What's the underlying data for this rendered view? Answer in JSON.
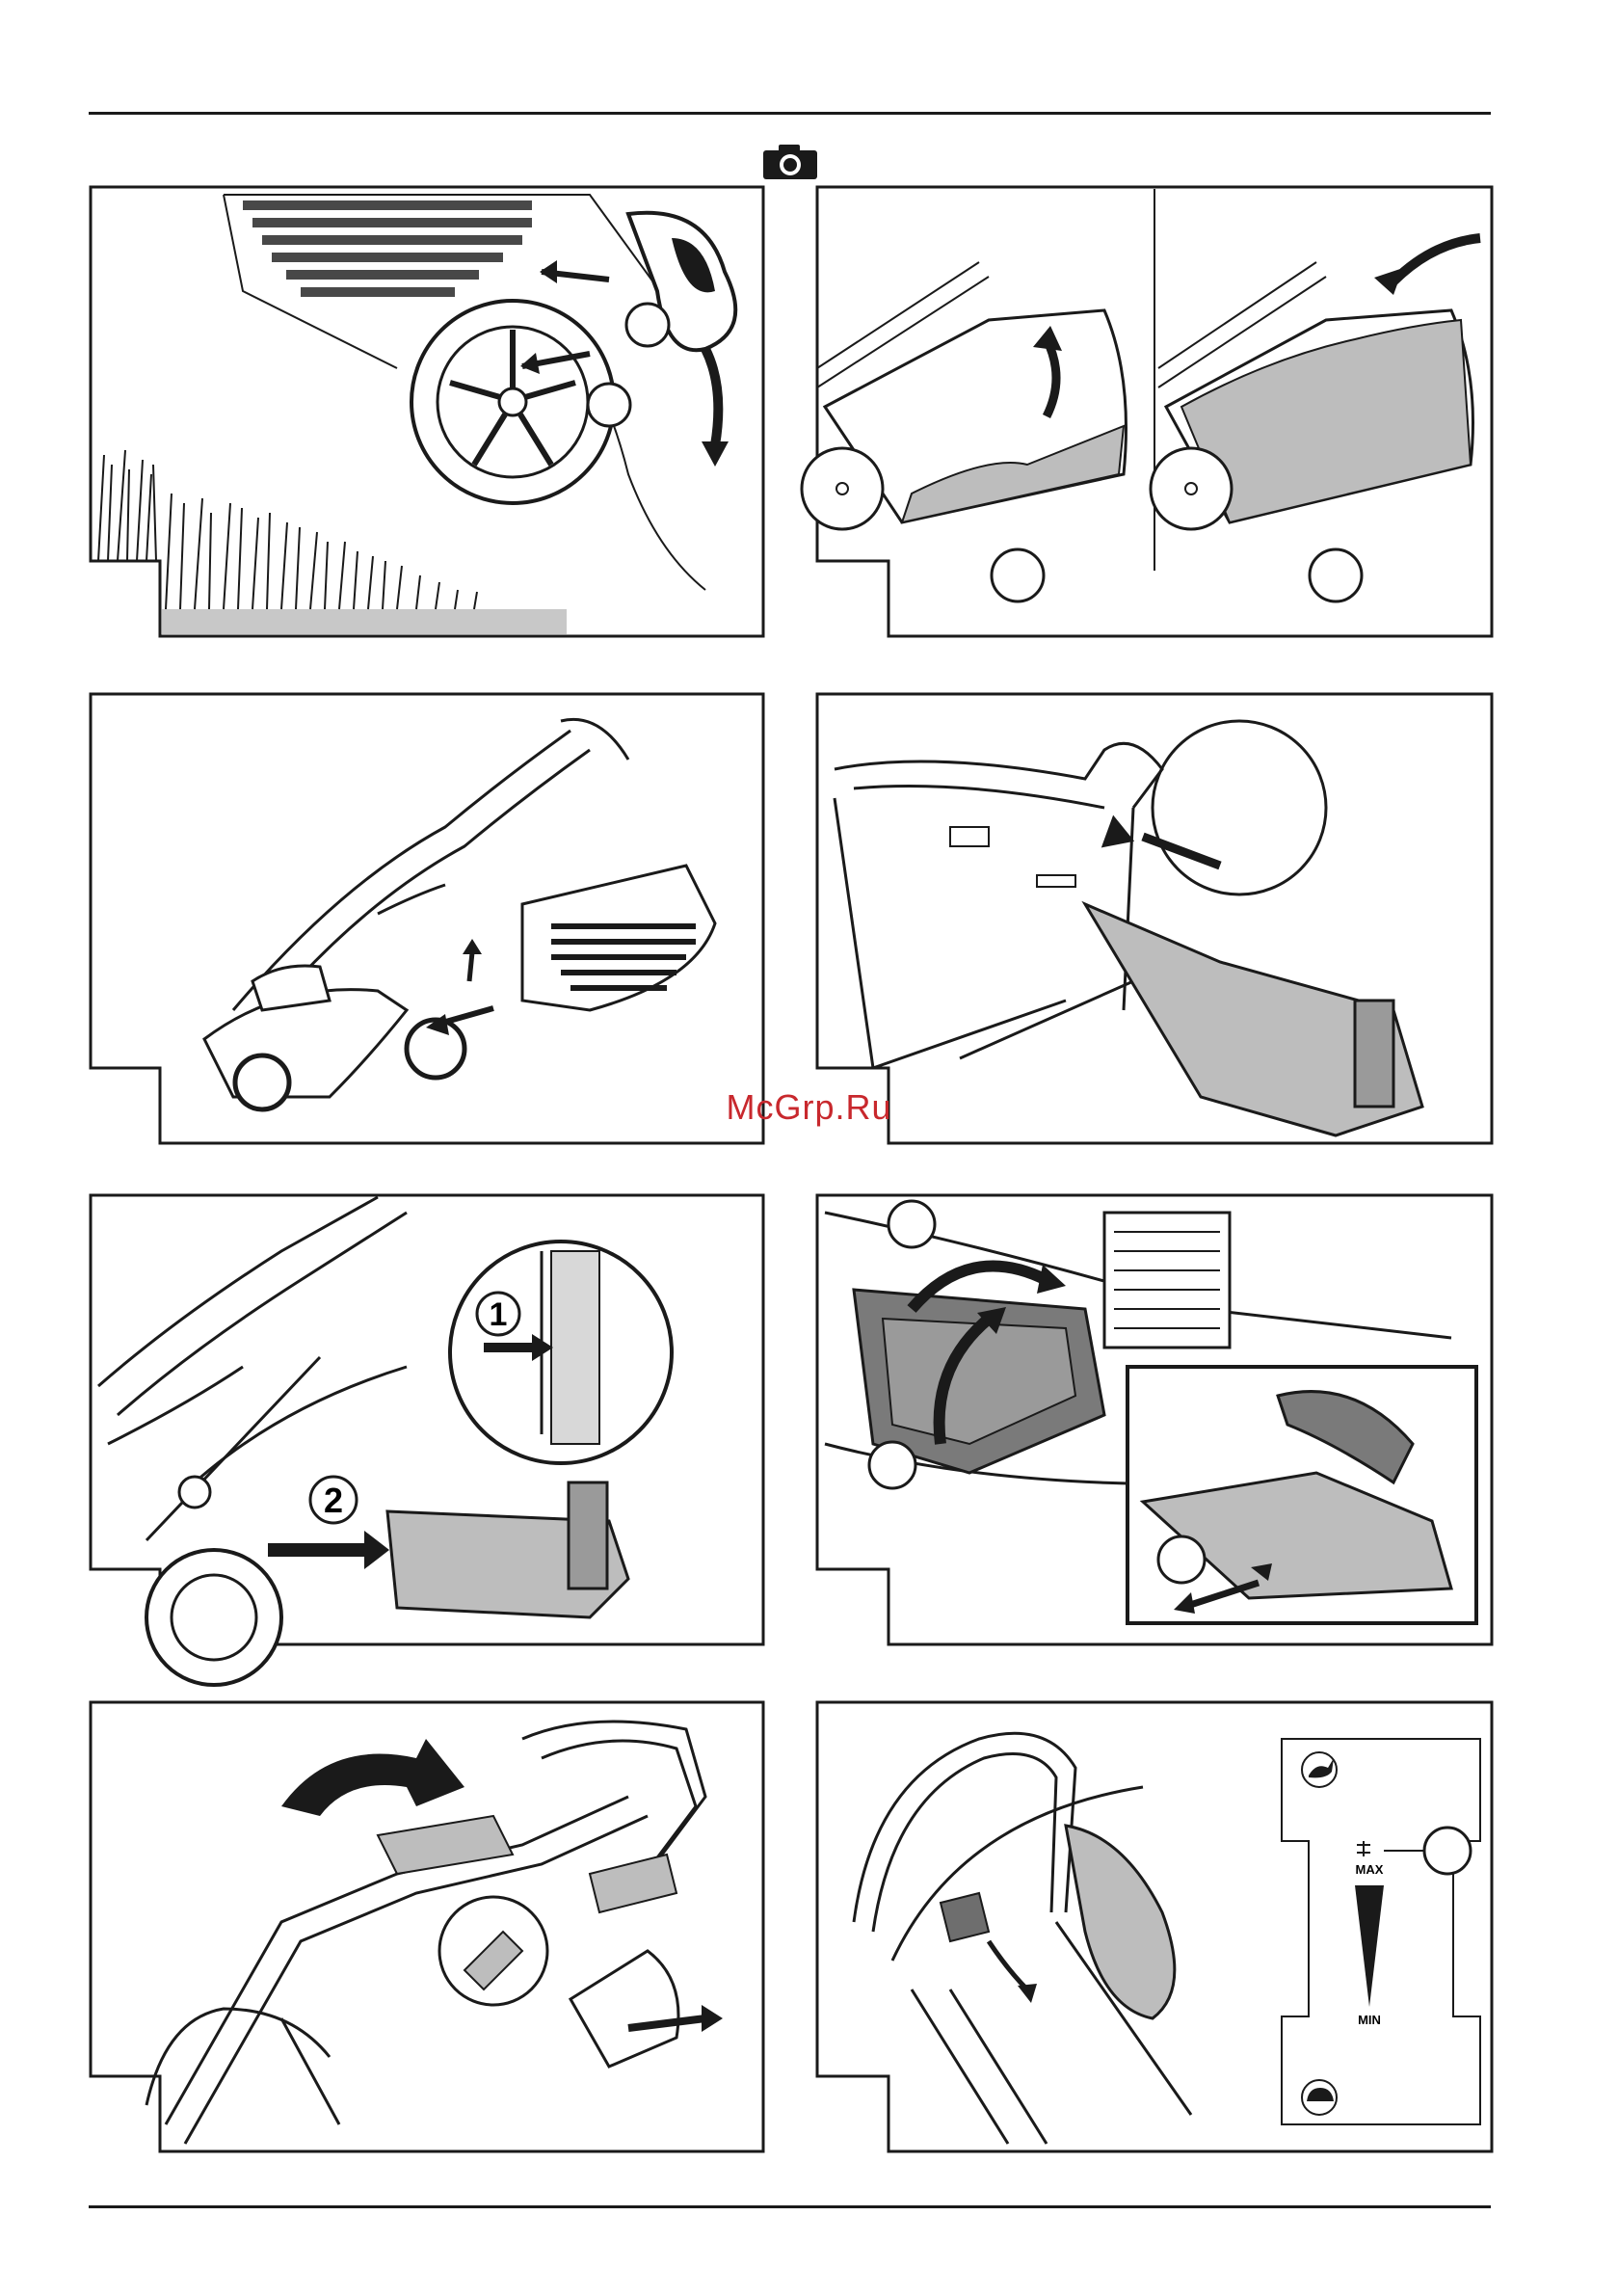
{
  "watermark": "McGrp.Ru",
  "icons": [
    "camera-icon",
    "hare-icon",
    "tortoise-icon"
  ],
  "callouts": {
    "step_1": "1",
    "step_2": "2"
  },
  "scale": {
    "max_label": "MAX",
    "min_label": "MIN"
  },
  "colors": {
    "line": "#1a1a1a",
    "fill_grey": "#bdbdbd",
    "fill_dark": "#6e6e6e",
    "watermark": "#c8282d"
  }
}
